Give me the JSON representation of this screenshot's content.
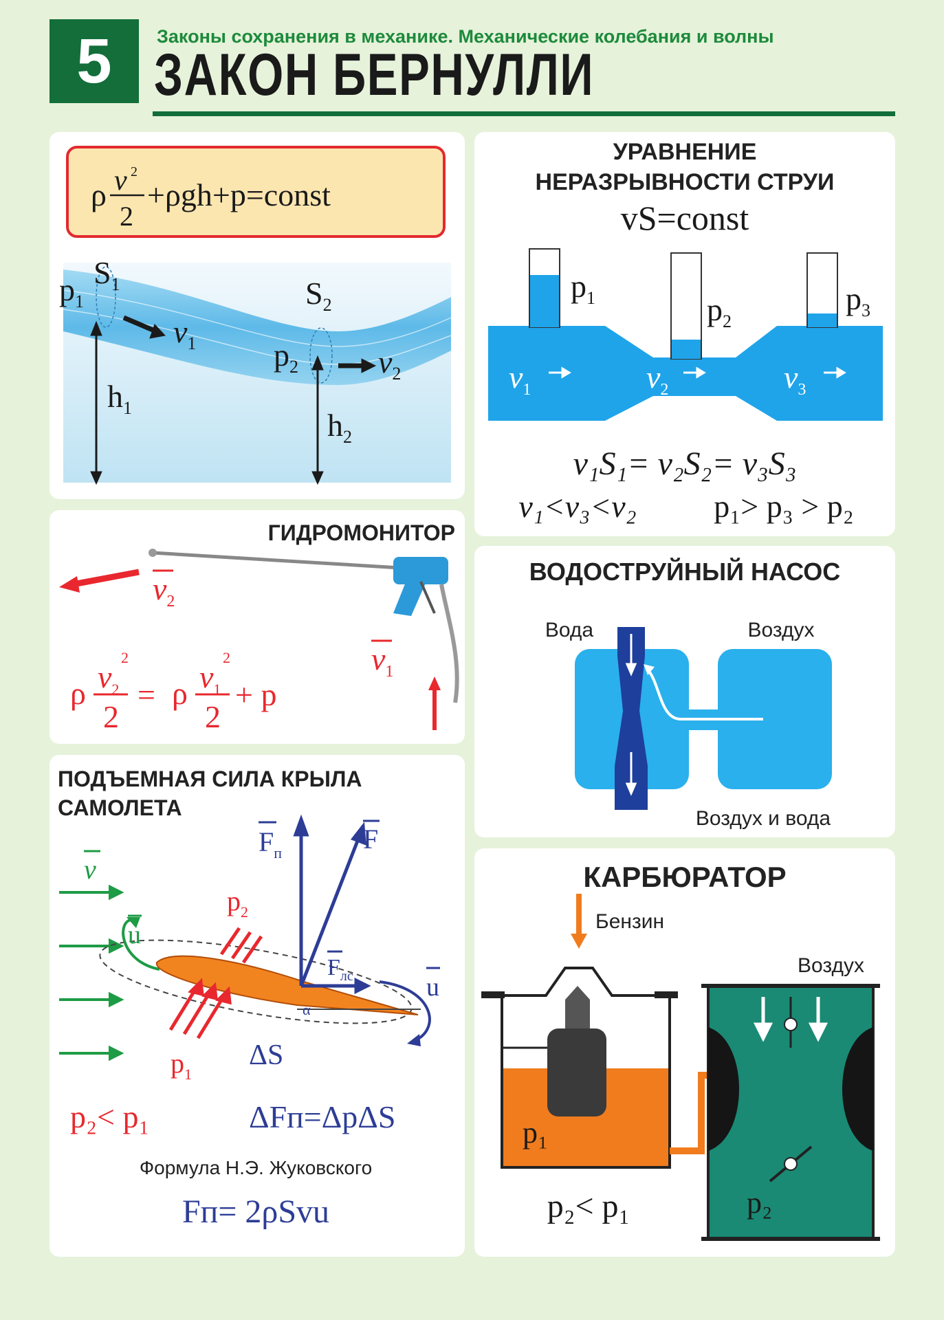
{
  "header": {
    "number": "5",
    "subtitle": "Законы сохранения в механике. Механические колебания и волны",
    "title": "ЗАКОН БЕРНУЛЛИ"
  },
  "bernoulli": {
    "equation": "ρ v²/2 + ρgh + p = const",
    "labels": {
      "p1": "p",
      "s1": "S",
      "v1": "v",
      "s2": "S",
      "p2": "p",
      "v2": "v",
      "h1": "h",
      "h2": "h"
    }
  },
  "continuity": {
    "title_line1": "УРАВНЕНИЕ",
    "title_line2": "НЕРАЗРЫВНОСТИ СТРУИ",
    "formula": "vS=const",
    "eq_line": "v₁S₁= v₂S₂= v₃S₃",
    "ineq_v": "v₁<v₃<v₂",
    "ineq_p": "p₁> p₃ > p₂"
  },
  "hydromonitor": {
    "title": "ГИДРОМОНИТОР",
    "formula": "ρ v₂²/2 = ρ v₁²/2 + p"
  },
  "pump": {
    "title": "ВОДОСТРУЙНЫЙ НАСОС",
    "water_label": "Вода",
    "air_label": "Воздух",
    "mix_label": "Воздух и вода"
  },
  "wing": {
    "title_line1": "ПОДЪЕМНАЯ СИЛА КРЫЛА",
    "title_line2": "САМОЛЕТА",
    "delta_s": "ΔS",
    "alpha": "α",
    "p2_lt_p1": "p₂< p₁",
    "force_formula": "ΔFп=ΔpΔS",
    "zhukovsky_label": "Формула Н.Э. Жуковского",
    "zhukovsky_formula": "Fп= 2ρSvu"
  },
  "carburetor": {
    "title": "КАРБЮРАТОР",
    "fuel_label": "Бензин",
    "air_label": "Воздух",
    "p1_label": "p₁",
    "p2_label": "p₂",
    "relation": "p₂< p₁"
  },
  "colors": {
    "header_green": "#136e3a",
    "water_blue": "#23a0e6",
    "vector_blue": "#2d3d96",
    "accent_red": "#e8282e",
    "fuel_orange": "#f07c1e",
    "tube_teal": "#1a8a74"
  }
}
